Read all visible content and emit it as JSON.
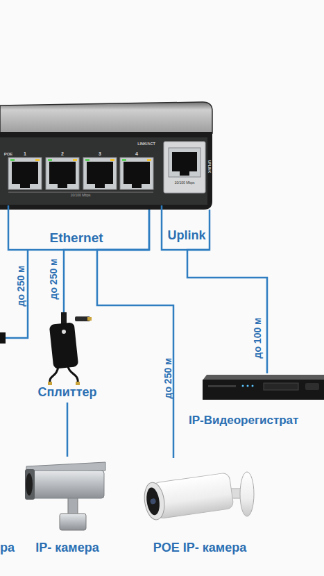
{
  "diagram": {
    "nodes": [
      {
        "text": [
          "POE",
          "1",
          "2",
          "3",
          "4",
          "LINK/ACT",
          "UPLINK",
          "10/100 Mbps",
          "10/100 Mbps"
        ]
      },
      {
        "text": [
          "Сплиттер"
        ]
      },
      {
        "text": [
          "IP-Видеорегистрат"
        ]
      },
      {
        "text": [
          "IP- камера"
        ]
      },
      {
        "text": [
          "POE IP- камера"
        ]
      }
    ],
    "edges": [
      {
        "from": 0,
        "to": 1,
        "arrow": "none",
        "label": "до 250 м"
      },
      {
        "from": 0,
        "to": 4,
        "arrow": "none",
        "label": "до 250 м"
      },
      {
        "from": 0,
        "to": 2,
        "arrow": "none",
        "label": "до 100 м"
      },
      {
        "from": 1,
        "to": 3,
        "arrow": "none"
      }
    ],
    "labels": [
      "Ethernet",
      "Uplink",
      "до 250 м",
      "ра"
    ]
  }
}
